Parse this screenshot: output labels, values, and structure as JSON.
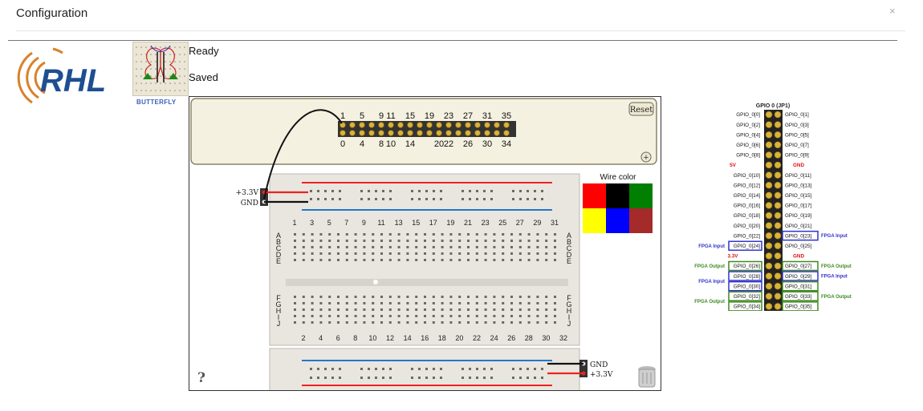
{
  "dialog": {
    "title": "Configuration",
    "close": "×"
  },
  "logo": {
    "text": "RHL"
  },
  "butterfly": {
    "label": "BUTTERFLY"
  },
  "status": {
    "ready": "Ready",
    "saved": "Saved"
  },
  "header_pins": {
    "top_numbers": [
      "1",
      "5",
      "9",
      "11",
      "15",
      "19",
      "23",
      "27",
      "31",
      "35"
    ],
    "bottom_numbers": [
      "0",
      "4",
      "8",
      "10",
      "14",
      "20",
      "22",
      "26",
      "30",
      "34"
    ],
    "reset_label": "Reset",
    "add_label": "+"
  },
  "wire_colors": {
    "title": "Wire color",
    "colors": [
      "#ff0000",
      "#000000",
      "#007f00",
      "#ffff00",
      "#0000ff",
      "#a52a2a"
    ]
  },
  "power_top": {
    "vcc": "+3.3V",
    "gnd": "GND"
  },
  "power_bottom": {
    "gnd": "GND",
    "vcc": "+3.3V"
  },
  "breadboard": {
    "row_letters_top": [
      "A",
      "B",
      "C",
      "D",
      "E"
    ],
    "row_letters_bottom": [
      "F",
      "G",
      "H",
      "I",
      "J"
    ],
    "col_numbers_top": [
      "1",
      "3",
      "5",
      "7",
      "9",
      "11",
      "13",
      "15",
      "17",
      "19",
      "21",
      "23",
      "25",
      "27",
      "29",
      "31"
    ],
    "col_numbers_bottom": [
      "2",
      "4",
      "6",
      "8",
      "10",
      "12",
      "14",
      "16",
      "18",
      "20",
      "22",
      "24",
      "26",
      "28",
      "30",
      "32"
    ]
  },
  "help_label": "?",
  "gpio": {
    "title": "GPIO 0 (JP1)",
    "rows": [
      {
        "left": "GPIO_0[0]",
        "right": "GPIO_0[1]"
      },
      {
        "left": "GPIO_0[2]",
        "right": "GPIO_0[3]"
      },
      {
        "left": "GPIO_0[4]",
        "right": "GPIO_0[5]"
      },
      {
        "left": "GPIO_0[6]",
        "right": "GPIO_0[7]"
      },
      {
        "left": "GPIO_0[8]",
        "right": "GPIO_0[9]"
      },
      {
        "left": "5V",
        "right": "GND",
        "power": true
      },
      {
        "left": "GPIO_0[10]",
        "right": "GPIO_0[11]"
      },
      {
        "left": "GPIO_0[12]",
        "right": "GPIO_0[13]"
      },
      {
        "left": "GPIO_0[14]",
        "right": "GPIO_0[15]"
      },
      {
        "left": "GPIO_0[16]",
        "right": "GPIO_0[17]"
      },
      {
        "left": "GPIO_0[18]",
        "right": "GPIO_0[19]"
      },
      {
        "left": "GPIO_0[20]",
        "right": "GPIO_0[21]"
      },
      {
        "left": "GPIO_0[22]",
        "right": "GPIO_0[23]",
        "rbox": "in"
      },
      {
        "left": "GPIO_0[24]",
        "right": "GPIO_0[25]",
        "lbox": "in"
      },
      {
        "left": "3.3V",
        "right": "GND",
        "power": true
      },
      {
        "left": "GPIO_0[26]",
        "right": "GPIO_0[27]",
        "lbox": "out",
        "rbox": "out"
      },
      {
        "left": "GPIO_0[28]",
        "right": "GPIO_0[29]",
        "lbox": "in",
        "rbox": "in"
      },
      {
        "left": "GPIO_0[30]",
        "right": "GPIO_0[31]",
        "lbox": "in",
        "rbox": "out"
      },
      {
        "left": "GPIO_0[32]",
        "right": "GPIO_0[33]",
        "lbox": "out",
        "rbox": "out"
      },
      {
        "left": "GPIO_0[34]",
        "right": "GPIO_0[35]",
        "lbox": "out",
        "rbox": "out"
      }
    ],
    "annotations": {
      "fpga_input": "FPGA Input",
      "fpga_output": "FPGA Output"
    },
    "colors": {
      "input": "#3333cc",
      "output": "#3d8a1d",
      "power": "#e01010"
    }
  }
}
